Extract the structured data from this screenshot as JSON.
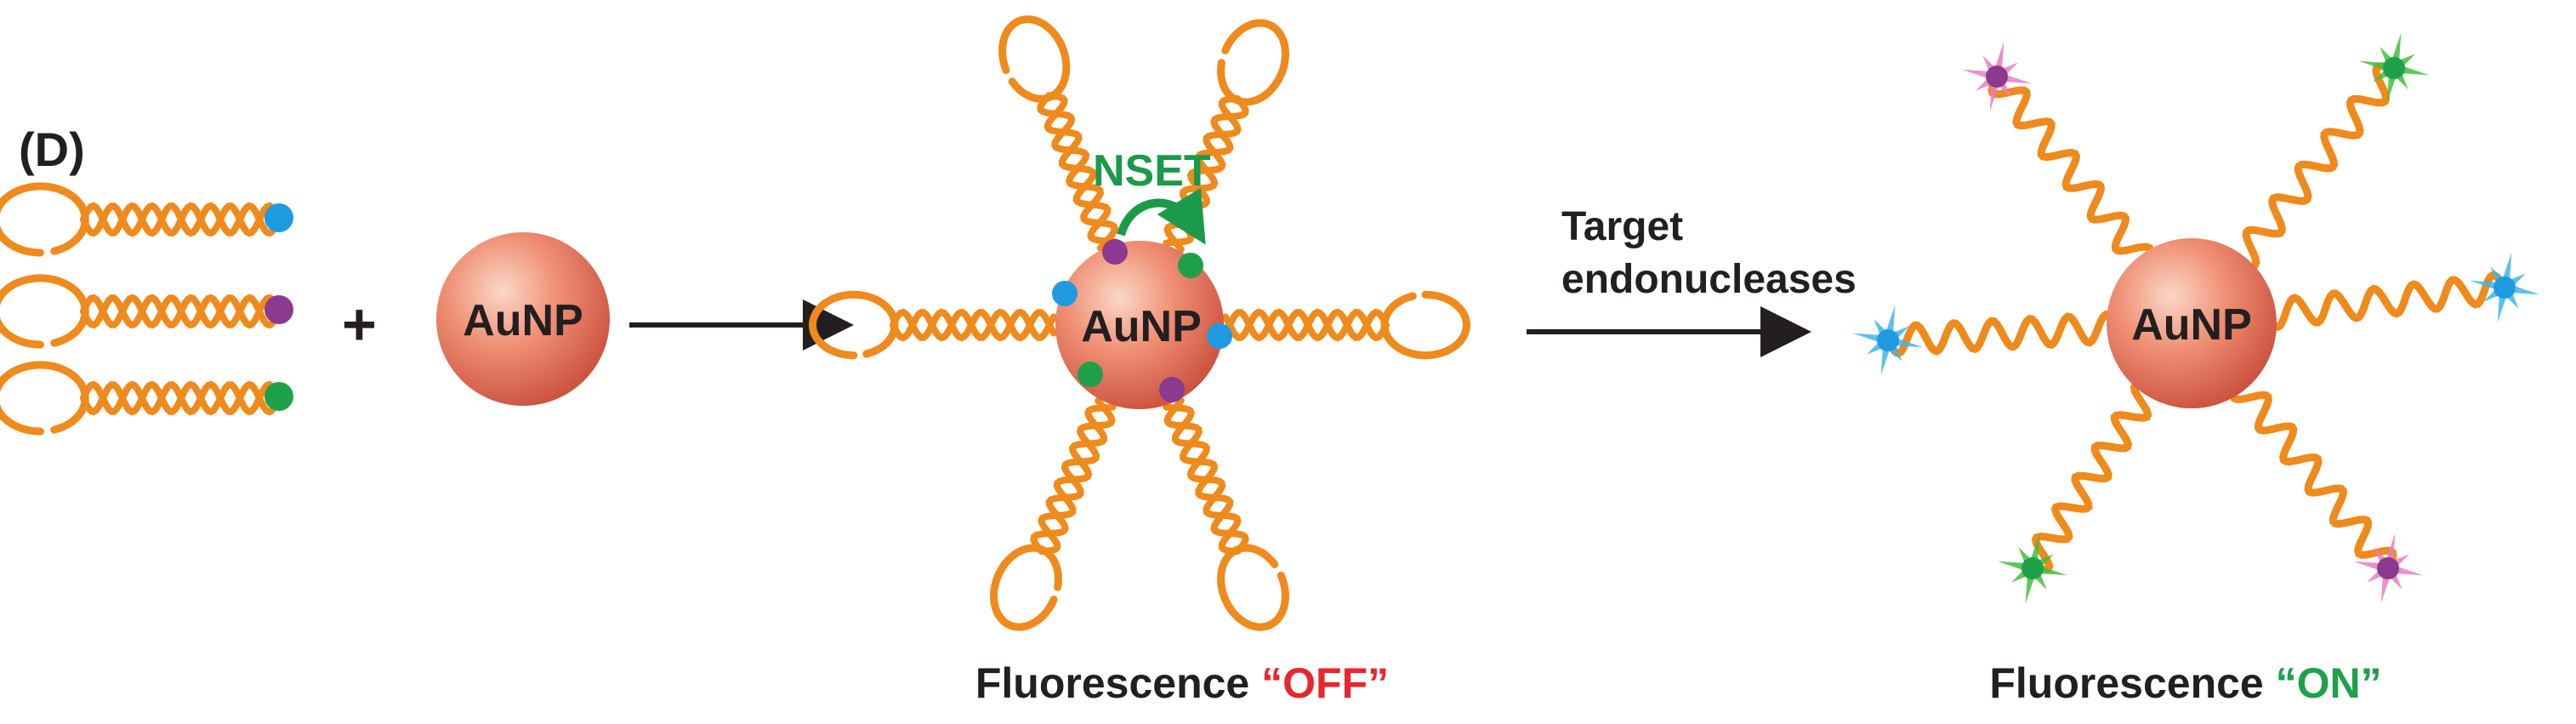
{
  "panel_label": "(D)",
  "plus_sign": "+",
  "particle_label": "AuNP",
  "nset_label": "NSET",
  "arrow_label_line1": "Target",
  "arrow_label_line2": "endonucleases",
  "off_caption": {
    "prefix": "Fluorescence ",
    "state": "“OFF”",
    "state_color": "#e8262e"
  },
  "on_caption": {
    "prefix": "Fluorescence ",
    "state": "“ON”",
    "state_color": "#1fa04b"
  },
  "colors": {
    "dna_strand": "#ef8a1c",
    "nanoparticle": "#e8735a",
    "nset_arrow": "#1b9a4a",
    "dye_blue": "#1e9be0",
    "dye_purple": "#8b3a8f",
    "dye_green": "#1fa04b",
    "star_pink": "#e67ec8",
    "star_green": "#3fbf3a",
    "star_blue": "#3cb6ea",
    "text": "#231f20"
  },
  "icons": [
    "hairpin-probe",
    "gold-nanoparticle",
    "reaction-arrow",
    "nset-curved-arrow",
    "fluorescence-star"
  ]
}
